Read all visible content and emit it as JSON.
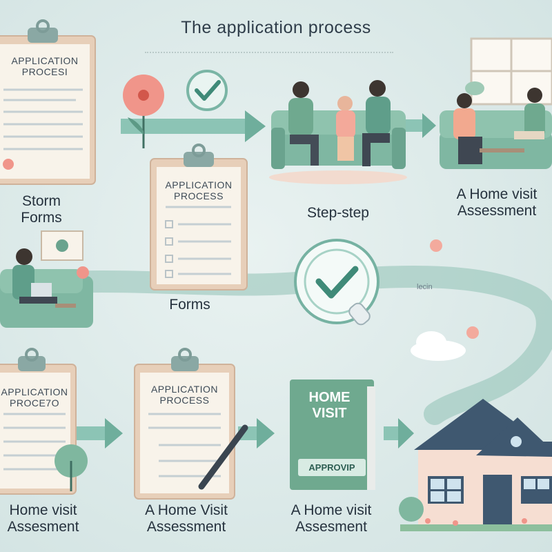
{
  "title": "The application process",
  "row1": {
    "clipboard": {
      "line1": "APPLICATION",
      "line2": "PROCESI"
    },
    "label_left": {
      "line1": "Storm",
      "line2": "Forms"
    },
    "label_mid": "Step-step",
    "label_right": {
      "line1": "A Home visit",
      "line2": "Assessment"
    }
  },
  "row2": {
    "clipboard": {
      "line1": "APPLICATION",
      "line2": "PROCESS"
    },
    "label": "Forms",
    "path_tag": "lecin"
  },
  "row3": {
    "clipboard_left": {
      "line1": "APPLICATION",
      "line2": "PROCE7O"
    },
    "clipboard_mid": {
      "line1": "APPLICATION",
      "line2": "PROCESS"
    },
    "book": {
      "line1": "HOME",
      "line2": "VISIT",
      "stamp": "APPROVIP"
    },
    "label_left": {
      "line1": "Home visit",
      "line2": "Assesment"
    },
    "label_mid": {
      "line1": "A Home Visit",
      "line2": "Assessment"
    },
    "label_right": {
      "line1": "A Home visit",
      "line2": "Assesment"
    }
  },
  "colors": {
    "teal": "#6fae9c",
    "teal_dark": "#3f8a78",
    "coral": "#f0958a",
    "paper": "#f8f3ea",
    "board": "#e7cfb9"
  }
}
